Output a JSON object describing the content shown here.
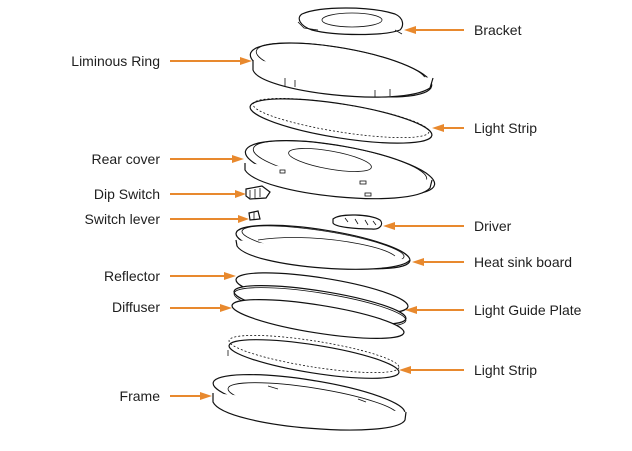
{
  "diagram": {
    "title": "Exploded view of ceiling light",
    "accent_color": "#e8892e",
    "labels_left": [
      {
        "id": "liminous-ring",
        "text": "Liminous Ring"
      },
      {
        "id": "rear-cover",
        "text": "Rear cover"
      },
      {
        "id": "dip-switch",
        "text": "Dip Switch"
      },
      {
        "id": "switch-lever",
        "text": "Switch lever"
      },
      {
        "id": "reflector",
        "text": "Reflector"
      },
      {
        "id": "diffuser",
        "text": "Diffuser"
      },
      {
        "id": "frame",
        "text": "Frame"
      }
    ],
    "labels_right": [
      {
        "id": "bracket",
        "text": "Bracket"
      },
      {
        "id": "light-strip-top",
        "text": "Light Strip"
      },
      {
        "id": "driver",
        "text": "Driver"
      },
      {
        "id": "heat-sink-board",
        "text": "Heat sink board"
      },
      {
        "id": "light-guide-plate",
        "text": "Light Guide Plate"
      },
      {
        "id": "light-strip-bottom",
        "text": "Light Strip"
      }
    ]
  }
}
